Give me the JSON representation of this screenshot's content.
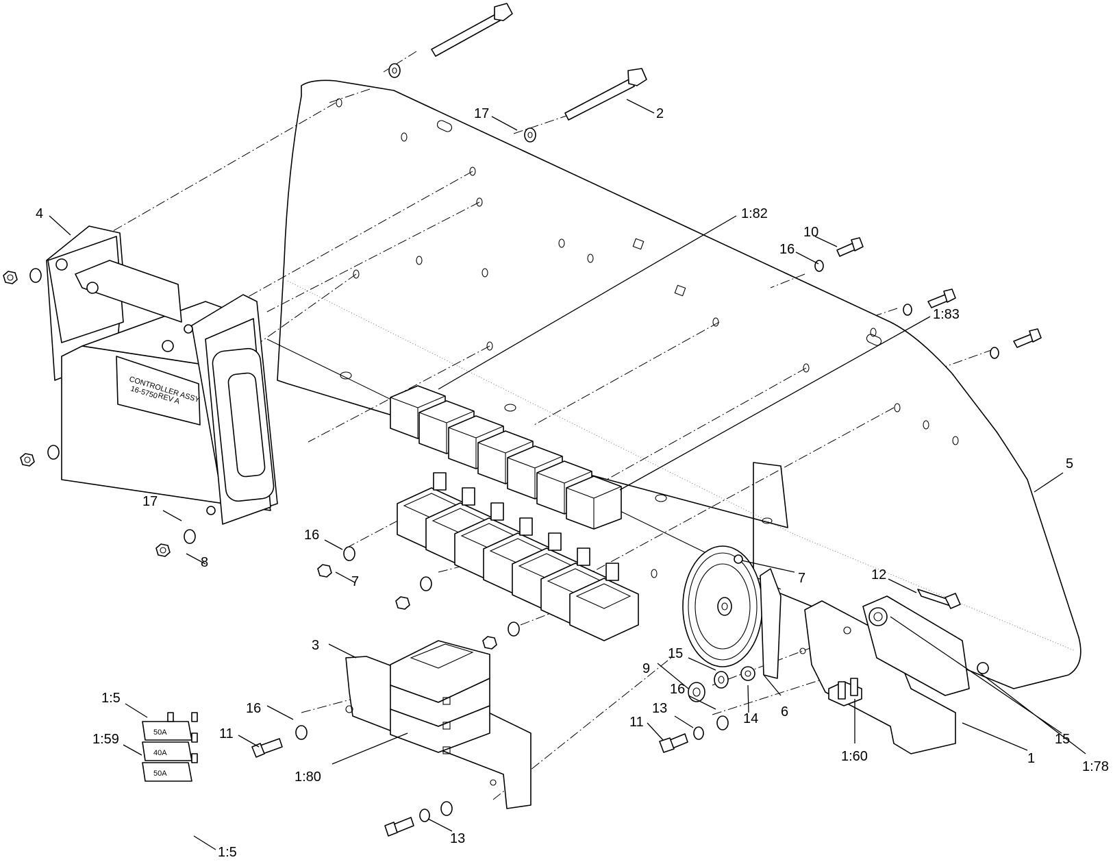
{
  "callouts": [
    {
      "id": "c-2",
      "text": "2"
    },
    {
      "id": "c-17a",
      "text": "17"
    },
    {
      "id": "c-4",
      "text": "4"
    },
    {
      "id": "c-1-82",
      "text": "1:82"
    },
    {
      "id": "c-10",
      "text": "10"
    },
    {
      "id": "c-16a",
      "text": "16"
    },
    {
      "id": "c-1-83",
      "text": "1:83"
    },
    {
      "id": "c-5",
      "text": "5"
    },
    {
      "id": "c-17b",
      "text": "17"
    },
    {
      "id": "c-8",
      "text": "8"
    },
    {
      "id": "c-16b",
      "text": "16"
    },
    {
      "id": "c-7a",
      "text": "7"
    },
    {
      "id": "c-7b",
      "text": "7"
    },
    {
      "id": "c-12",
      "text": "12"
    },
    {
      "id": "c-3",
      "text": "3"
    },
    {
      "id": "c-15a",
      "text": "15"
    },
    {
      "id": "c-9",
      "text": "9"
    },
    {
      "id": "c-14",
      "text": "14"
    },
    {
      "id": "c-6",
      "text": "6"
    },
    {
      "id": "c-15b",
      "text": "15"
    },
    {
      "id": "c-1-78",
      "text": "1:78"
    },
    {
      "id": "c-16c",
      "text": "16"
    },
    {
      "id": "c-11a",
      "text": "11"
    },
    {
      "id": "c-1-80",
      "text": "1:80"
    },
    {
      "id": "c-1-60",
      "text": "1:60"
    },
    {
      "id": "c-1",
      "text": "1"
    },
    {
      "id": "c-16d",
      "text": "16"
    },
    {
      "id": "c-13a",
      "text": "13"
    },
    {
      "id": "c-11b",
      "text": "11"
    },
    {
      "id": "c-13b",
      "text": "13"
    },
    {
      "id": "c-1-5a",
      "text": "1:5"
    },
    {
      "id": "c-1-59",
      "text": "1:59"
    },
    {
      "id": "c-1-5b",
      "text": "1:5"
    }
  ],
  "fuse_labels": [
    "50A",
    "40A",
    "50A"
  ],
  "controller_label": [
    "CONTROLLER ASSY",
    "16-5750",
    "REV A"
  ]
}
